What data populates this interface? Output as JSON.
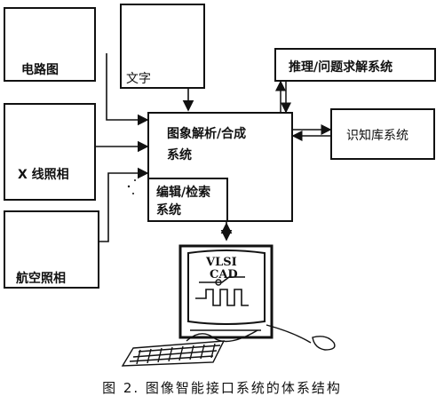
{
  "inputs": {
    "circuit": "电路图",
    "text": "文字",
    "xray": "X 线照相",
    "aerial": "航空照相"
  },
  "core": {
    "analysis_line1": "图象解析/合成",
    "analysis_line2": "系统",
    "edit_line1": "编辑/检索",
    "edit_line2": "系统"
  },
  "systems": {
    "reasoning": "推理/问题求解系统",
    "knowledge": "识知库系统"
  },
  "terminal": {
    "line1": "VLSI",
    "line2": "CAD"
  },
  "caption": "图 2. 图像智能接口系统的体系结构"
}
